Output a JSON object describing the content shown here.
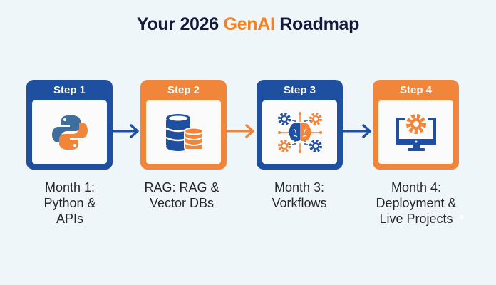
{
  "title": {
    "prefix": "Your 2026 ",
    "accent": "GenAI",
    "suffix": " Roadmap"
  },
  "colors": {
    "blue": "#1f4fa0",
    "orange": "#f1863a",
    "title_dark": "#141a3c",
    "title_accent": "#f58220",
    "background": "#eef6fa"
  },
  "steps": [
    {
      "label": "Step 1",
      "icon": "python-logo-icon",
      "caption_lines": [
        "Month 1:",
        "Python &",
        "APIs"
      ],
      "color": "blue"
    },
    {
      "label": "Step 2",
      "icon": "database-icon",
      "caption_lines": [
        "RAG: RAG &",
        "Vector DBs"
      ],
      "color": "orange"
    },
    {
      "label": "Step 3",
      "icon": "ai-brain-gears-icon",
      "caption_lines": [
        "Month 3:",
        "Vorkflows"
      ],
      "color": "blue"
    },
    {
      "label": "Step 4",
      "icon": "monitor-gear-icon",
      "caption_lines": [
        "Month 4:",
        "Deployment &",
        "Live Projects"
      ],
      "color": "orange"
    }
  ]
}
